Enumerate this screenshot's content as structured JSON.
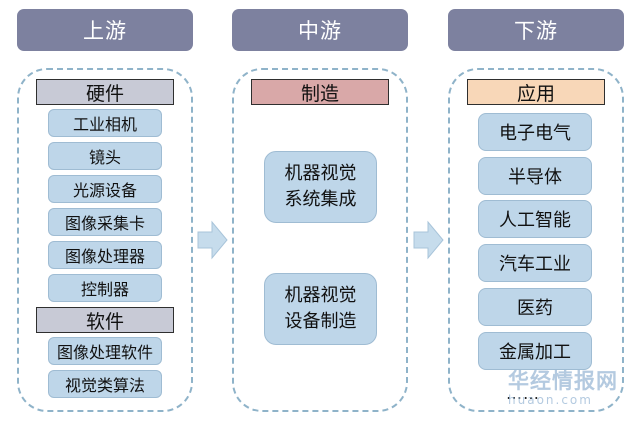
{
  "upstream": {
    "header": "上游",
    "hardware_label": "硬件",
    "hardware_items": [
      "工业相机",
      "镜头",
      "光源设备",
      "图像采集卡",
      "图像处理器",
      "控制器"
    ],
    "software_label": "软件",
    "software_items": [
      "图像处理软件",
      "视觉类算法"
    ]
  },
  "midstream": {
    "header": "中游",
    "category_label": "制造",
    "items": [
      [
        "机器视觉",
        "系统集成"
      ],
      [
        "机器视觉",
        "设备制造"
      ]
    ]
  },
  "downstream": {
    "header": "下游",
    "category_label": "应用",
    "items": [
      "电子电气",
      "半导体",
      "人工智能",
      "汽车工业",
      "医药",
      "金属加工"
    ],
    "more": "……"
  },
  "watermark": {
    "name": "华经情报网",
    "url": "huaon.com"
  },
  "colors": {
    "header_bg": "#7d819f",
    "hardware_bg": "#c8cad6",
    "software_bg": "#c8cad6",
    "manufacture_bg": "#d9a8a8",
    "application_bg": "#f8d7b8",
    "item_bg": "#bed6e9",
    "panel_border": "#8fb3c9",
    "arrow": "#c6dcec"
  },
  "icons": [
    "right-arrow-icon",
    "right-arrow-icon"
  ]
}
